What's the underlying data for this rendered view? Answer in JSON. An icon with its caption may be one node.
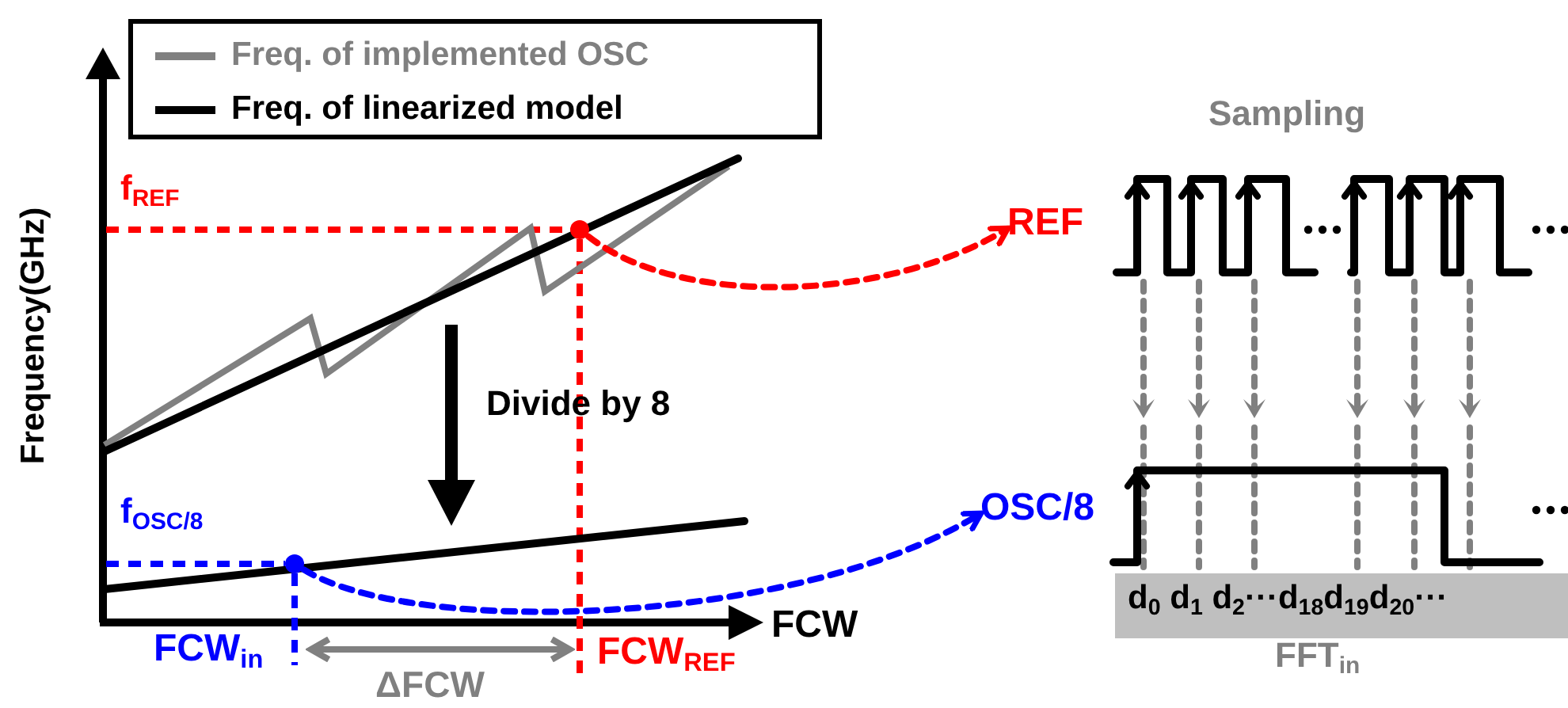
{
  "diagram": {
    "nodes": [
      {
        "text": [],
        "shape": "circle"
      },
      {
        "text": [
          "REF"
        ]
      },
      {
        "text": [],
        "shape": "circle"
      },
      {
        "text": [
          "OSC/8"
        ]
      }
    ],
    "edges": [
      {
        "from": 0,
        "to": 1,
        "arrow": "to",
        "style": "dashed",
        "color": "#ff0000"
      },
      {
        "from": 2,
        "to": 3,
        "arrow": "to",
        "style": "dashed",
        "color": "#0000ff"
      }
    ],
    "labels": [
      "f$_{REF}$",
      "Frequency(GHz)",
      "Divide by 8",
      "f$_{OSC/8}$",
      "FCW",
      "FCW$_{in}$",
      "ΔFCW",
      "FCW$_{REF}$",
      "Sampling",
      "d$_{0}$ d$_{1}$ d$_{2}$···d$_{18}$d$_{19}$d$_{20}$···",
      "FFT$_{in}$"
    ],
    "legend": [
      {
        "text": "Freq. of implemented OSC"
      },
      {
        "text": "Freq. of linearized model"
      }
    ]
  }
}
